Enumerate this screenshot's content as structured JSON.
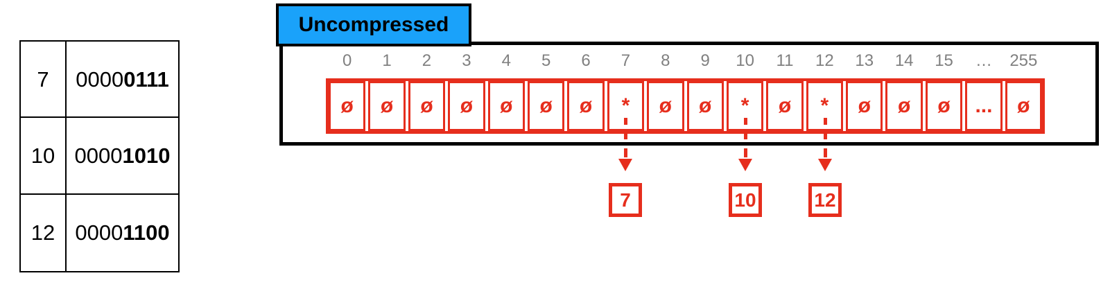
{
  "lookup_table": {
    "rows": [
      {
        "value": "7",
        "bits_prefix": "0000",
        "bits_suffix": "0111"
      },
      {
        "value": "10",
        "bits_prefix": "0000",
        "bits_suffix": "1010"
      },
      {
        "value": "12",
        "bits_prefix": "0000",
        "bits_suffix": "1100"
      }
    ]
  },
  "uncompressed": {
    "label": "Uncompressed",
    "indices": [
      "0",
      "1",
      "2",
      "3",
      "4",
      "5",
      "6",
      "7",
      "8",
      "9",
      "10",
      "11",
      "12",
      "13",
      "14",
      "15",
      "…",
      "255"
    ],
    "cells": [
      "ø",
      "ø",
      "ø",
      "ø",
      "ø",
      "ø",
      "ø",
      "*",
      "ø",
      "ø",
      "*",
      "ø",
      "*",
      "ø",
      "ø",
      "ø",
      "...",
      "ø"
    ],
    "empty_symbol": "ø",
    "set_symbol": "*",
    "pointers": [
      {
        "index": "7",
        "value": "7"
      },
      {
        "index": "10",
        "value": "10"
      },
      {
        "index": "12",
        "value": "12"
      }
    ]
  },
  "colors": {
    "accent_red": "#e62e1d",
    "accent_blue": "#1aa2fa",
    "index_gray": "#808080"
  }
}
